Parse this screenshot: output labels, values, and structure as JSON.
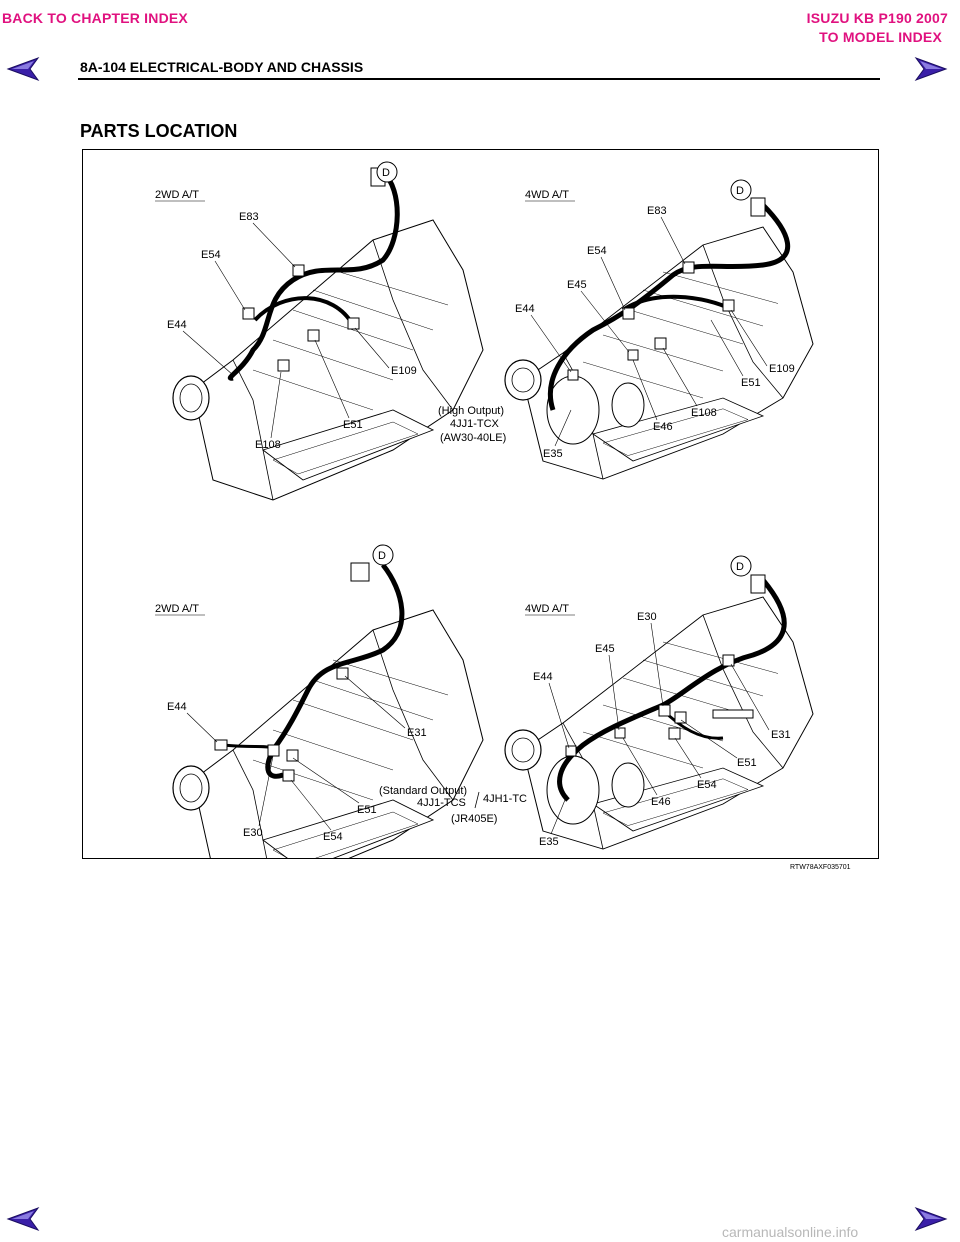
{
  "nav": {
    "back_chapter": "BACK TO CHAPTER INDEX",
    "model_title": "ISUZU KB P190 2007",
    "to_model_index": "TO MODEL INDEX"
  },
  "colors": {
    "link": "#e0117f",
    "arrow": "#3a1fa8"
  },
  "header": {
    "section": "8A-104  ELECTRICAL-BODY AND CHASSIS"
  },
  "page": {
    "title": "PARTS LOCATION"
  },
  "figure": {
    "code": "RTW78AXF035701",
    "q1": {
      "heading": "2WD A/T",
      "connector": "D",
      "labels": [
        "E83",
        "E54",
        "E44",
        "E109",
        "E51",
        "E108"
      ]
    },
    "q2": {
      "heading": "4WD A/T",
      "connector": "D",
      "labels": [
        "E83",
        "E54",
        "E45",
        "E44",
        "E109",
        "E51",
        "E108",
        "E46",
        "E35"
      ]
    },
    "note_top": {
      "line1": "(High Output)",
      "line2": "4JJ1-TCX",
      "line3": "(AW30-40LE)"
    },
    "q3": {
      "heading": "2WD A/T",
      "connector": "D",
      "labels": [
        "E44",
        "E31",
        "E51",
        "E30",
        "E54"
      ]
    },
    "q4": {
      "heading": "4WD A/T",
      "connector": "D",
      "labels": [
        "E30",
        "E45",
        "E44",
        "E31",
        "E51",
        "E54",
        "E46",
        "E35"
      ]
    },
    "note_bottom": {
      "line1": "(Standard Output)",
      "line2": "4JJ1-TCS",
      "line2b": "4JH1-TC",
      "line3": "(JR405E)"
    }
  },
  "watermark": "carmanualsonline.info",
  "icons": [
    "prev-page-arrow-icon",
    "next-page-arrow-icon"
  ]
}
